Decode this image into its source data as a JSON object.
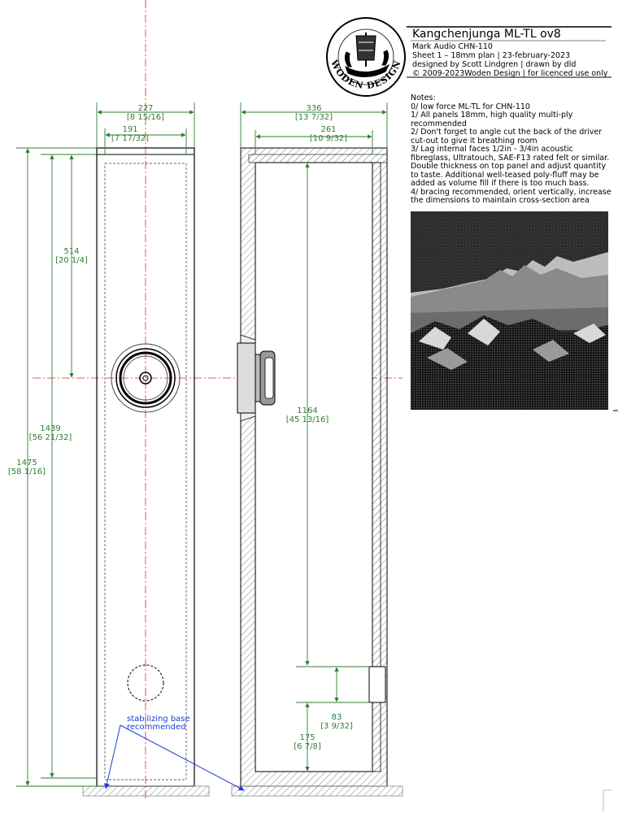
{
  "logo": {
    "brand": "WODEN DESIGN"
  },
  "title_block": {
    "title": "Kangchenjunga ML-TL ov8",
    "lines": [
      "Mark Audio CHN-110",
      "Sheet 1 – 18mm plan | 23-february-2023",
      "designed by Scott Lindgren | drawn by dld",
      "© 2009-2023Woden Design | for licenced use only"
    ]
  },
  "notes": {
    "heading": "Notes:",
    "items": [
      "0/ low force ML-TL for CHN-110",
      "1/ All panels 18mm, high quality multi-ply recommended",
      "2/ Don't forget to angle cut the back of the driver cut-out to give it breathing room",
      "3/ Lag internal faces 1/2in - 3/4in acoustic fibreglass, Ultratouch, SAE-F13 rated felt or similar. Double thickness on top panel and adjust quantity to taste. Additional well-teased poly-fluff may be added as volume fill if there is too much bass.",
      "4/ bracing recommended, orient vertically, increase the dimensions to maintain cross-section area"
    ]
  },
  "dimensions": {
    "front_width": {
      "mm": "227",
      "in": "[8 15/16]"
    },
    "front_inner_width": {
      "mm": "191",
      "in": "[7 17/32]"
    },
    "driver_height": {
      "mm": "514",
      "in": "[20 1/4]"
    },
    "inner_height": {
      "mm": "1439",
      "in": "[56 21/32]"
    },
    "total_height": {
      "mm": "1475",
      "in": "[58 1/16]"
    },
    "side_depth": {
      "mm": "336",
      "in": "[13 7/32]"
    },
    "side_inner_depth": {
      "mm": "261",
      "in": "[10 9/32]"
    },
    "line_length": {
      "mm": "1164",
      "in": "[45 13/16]"
    },
    "port_height": {
      "mm": "83",
      "in": "[3 9/32]"
    },
    "port_offset": {
      "mm": "175",
      "in": "[6 7/8]"
    }
  },
  "annotation": {
    "line1": "stabilizing base",
    "line2": "recommended"
  },
  "colors": {
    "dimension": "#2e7d32",
    "centerline": "#d32f2f",
    "annotation": "#1a3fd0",
    "photo_sky": "#2b2b2b"
  }
}
